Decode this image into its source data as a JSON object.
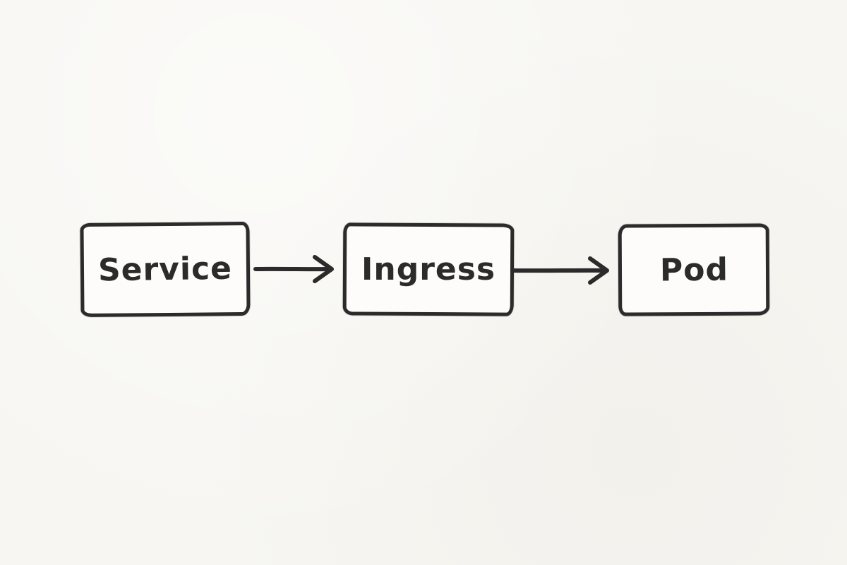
{
  "diagram": {
    "background_color": "#f7f6f2",
    "node_fill_color": "#fdfcfa",
    "stroke_color": "#2b2b2b",
    "nodes": [
      {
        "id": "service",
        "label": "Service"
      },
      {
        "id": "ingress",
        "label": "Ingress"
      },
      {
        "id": "pod",
        "label": "Pod"
      }
    ],
    "edges": [
      {
        "from": "service",
        "to": "ingress"
      },
      {
        "from": "ingress",
        "to": "pod"
      }
    ]
  }
}
